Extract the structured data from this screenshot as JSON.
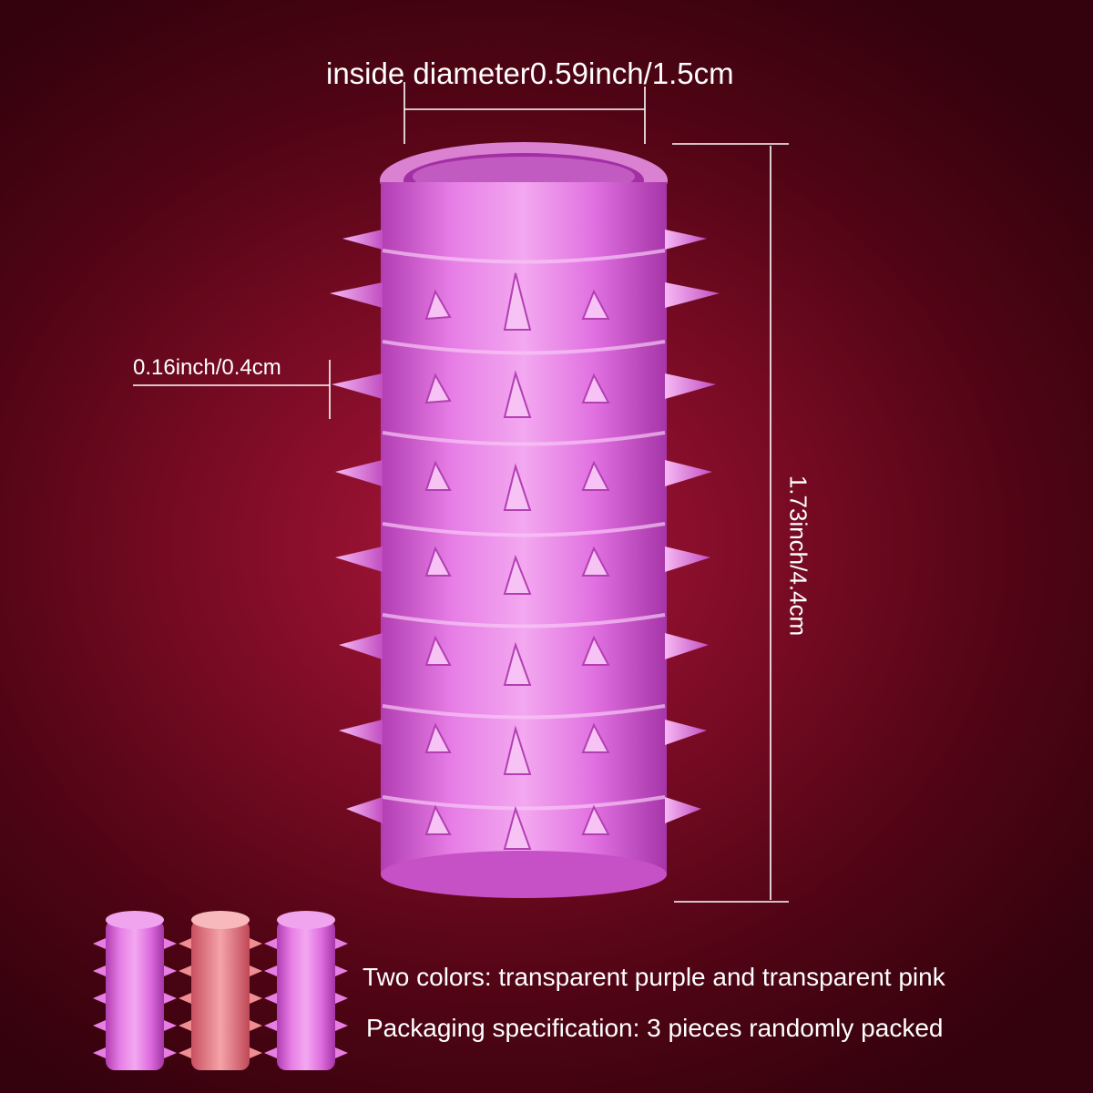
{
  "dimensions": {
    "inside_diameter": "inside diameter0.59inch/1.5cm",
    "spike_length": "0.16inch/0.4cm",
    "height": "1.73inch/4.4cm"
  },
  "info": {
    "colors_text": "Two colors: transparent purple and transparent pink",
    "packaging_text": "Packaging specification: 3 pieces randomly packed"
  },
  "variants": [
    {
      "color": "#d85ad6"
    },
    {
      "color": "#e8767e"
    },
    {
      "color": "#c85ad6"
    }
  ],
  "colors": {
    "product": "#d45ad2",
    "background": "#7e0c26",
    "text": "#ffffff"
  }
}
